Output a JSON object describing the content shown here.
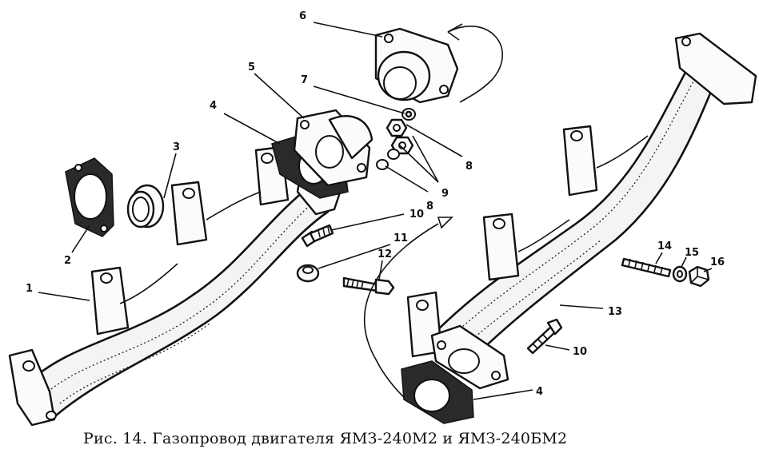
{
  "caption": "Рис. 14. Газопровод двигателя ЯМЗ-240М2 и ЯМЗ-240БМ2",
  "callouts": {
    "c1": "1",
    "c2": "2",
    "c3": "3",
    "c4a": "4",
    "c4b": "4",
    "c5": "5",
    "c6": "6",
    "c7": "7",
    "c8a": "8",
    "c8b": "8",
    "c9": "9",
    "c10a": "10",
    "c10b": "10",
    "c11": "11",
    "c12": "12",
    "c13": "13",
    "c14": "14",
    "c15": "15",
    "c16": "16"
  }
}
